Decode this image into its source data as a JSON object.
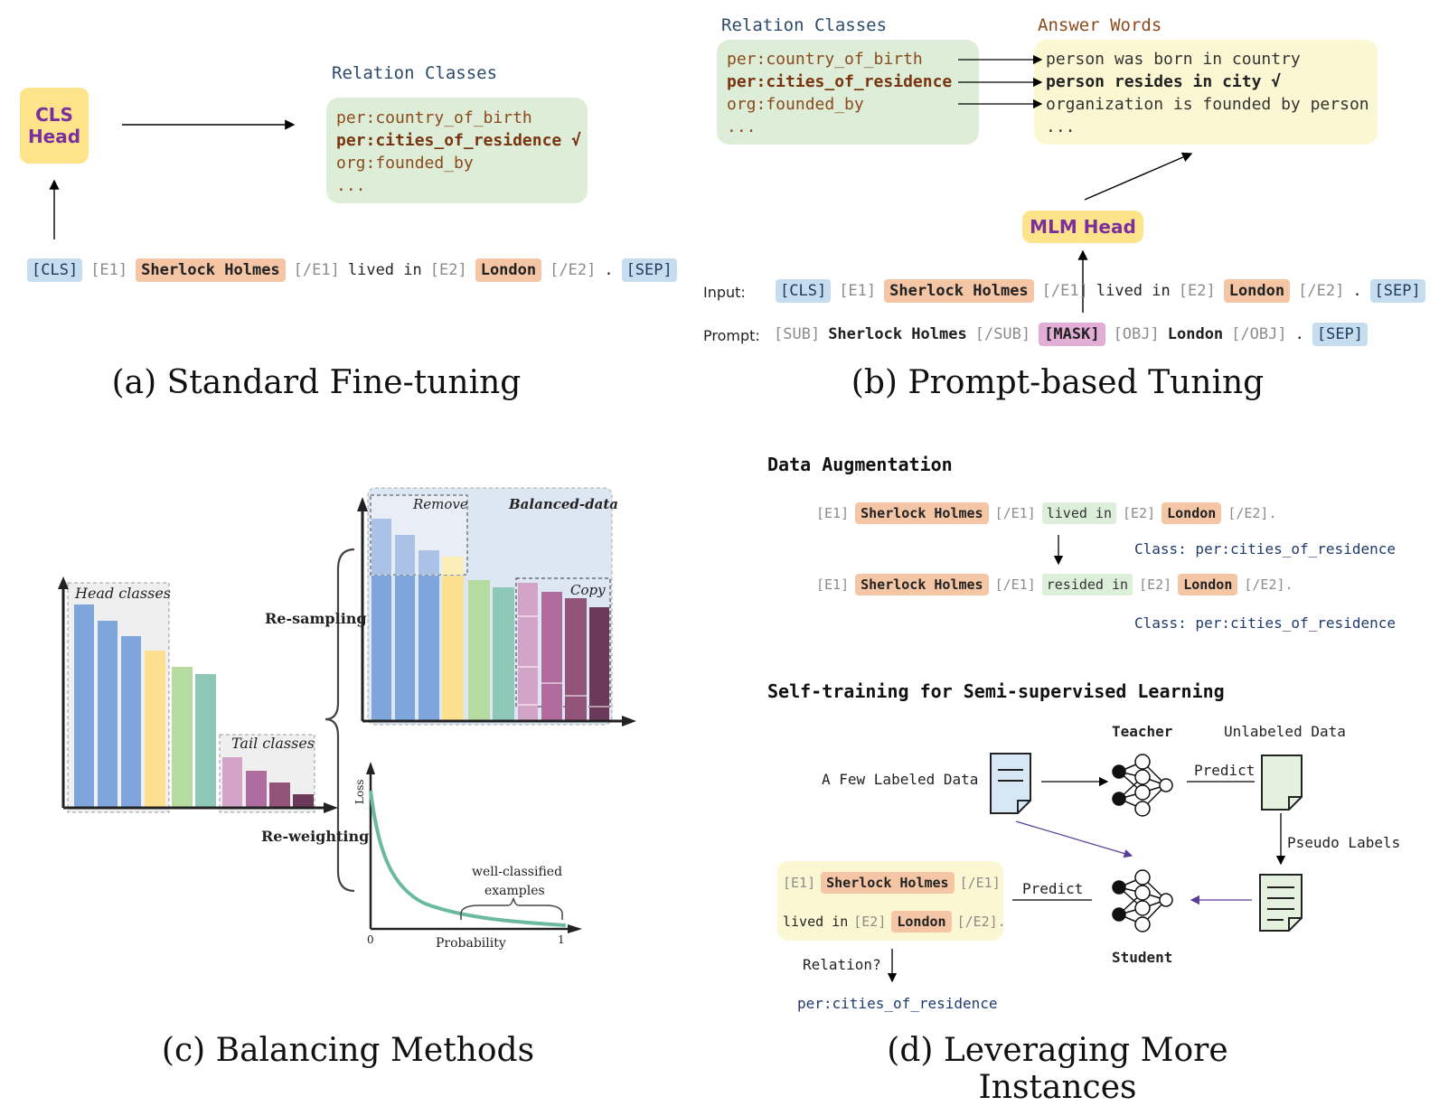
{
  "panel_a": {
    "head_line1": "CLS",
    "head_line2": "Head",
    "relation_title": "Relation Classes",
    "relations": [
      "per:country_of_birth",
      "per:cities_of_residence √",
      "org:founded_by",
      "..."
    ],
    "tokens": [
      "[CLS]",
      "[E1]",
      "Sherlock Holmes",
      "[/E1]",
      "lived in",
      "[E2]",
      "London",
      "[/E2]",
      ".",
      "[SEP]"
    ],
    "caption": "(a) Standard Fine-tuning"
  },
  "panel_b": {
    "relation_title": "Relation Classes",
    "answer_title": "Answer Words",
    "relations": [
      "per:country_of_birth",
      "per:cities_of_residence",
      "org:founded_by",
      "..."
    ],
    "answers": [
      "person was born in country",
      "person resides in city √",
      "organization is founded by person",
      "..."
    ],
    "head_label": "MLM Head",
    "input_label": "Input:",
    "prompt_label": "Prompt:",
    "input_tokens": [
      "[CLS]",
      "[E1]",
      "Sherlock Holmes",
      "[/E1]",
      "lived in",
      "[E2]",
      "London",
      "[/E2]",
      ".",
      "[SEP]"
    ],
    "prompt_tokens": [
      "[SUB]",
      "Sherlock Holmes",
      "[/SUB]",
      "[MASK]",
      "[OBJ]",
      "London",
      "[/OBJ]",
      ".",
      "[SEP]"
    ],
    "caption": "(b) Prompt-based Tuning"
  },
  "panel_c": {
    "head_classes": "Head classes",
    "tail_classes": "Tail classes",
    "re_sampling": "Re-sampling",
    "re_weighting": "Re-weighting",
    "remove": "Remove",
    "balanced_data": "Balanced-data",
    "copy": "Copy",
    "loss": "Loss",
    "probability": "Probability",
    "x0": "0",
    "x1": "1",
    "well_classified_1": "well-classified",
    "well_classified_2": "examples",
    "caption": "(c) Balancing Methods",
    "colors": {
      "blue": "#7ea6dc",
      "yellow": "#fde08e",
      "green": "#b6dba0",
      "teal": "#8ec7b5",
      "pink_light": "#d4a3c8",
      "pink": "#b06c9f",
      "plum": "#925478",
      "dark_plum": "#6b3a5b",
      "curve": "#6cb9a2"
    }
  },
  "panel_d": {
    "data_aug_title": "Data Augmentation",
    "aug_row1": [
      "[E1]",
      "Sherlock Holmes",
      "[/E1]",
      "lived in",
      "[E2]",
      "London",
      "[/E2]."
    ],
    "aug_row2": [
      "[E1]",
      "Sherlock Holmes",
      "[/E1]",
      "resided in",
      "[E2]",
      "London",
      "[/E2]."
    ],
    "class_line": "Class: per:cities_of_residence",
    "self_train_title": "Self-training for Semi-supervised Learning",
    "teacher": "Teacher",
    "unlabeled": "Unlabeled Data",
    "few_labeled": "A Few Labeled Data",
    "predict_top": "Predict",
    "pseudo_labels": "Pseudo Labels",
    "predict_bottom": "Predict",
    "student": "Student",
    "box_row1": [
      "[E1]",
      "Sherlock Holmes",
      "[/E1]"
    ],
    "box_row2": [
      "lived in",
      "[E2]",
      "London",
      "[/E2]."
    ],
    "relation_q": "Relation?",
    "relation_answer": "per:cities_of_residence",
    "caption": "(d) Leveraging More Instances"
  }
}
